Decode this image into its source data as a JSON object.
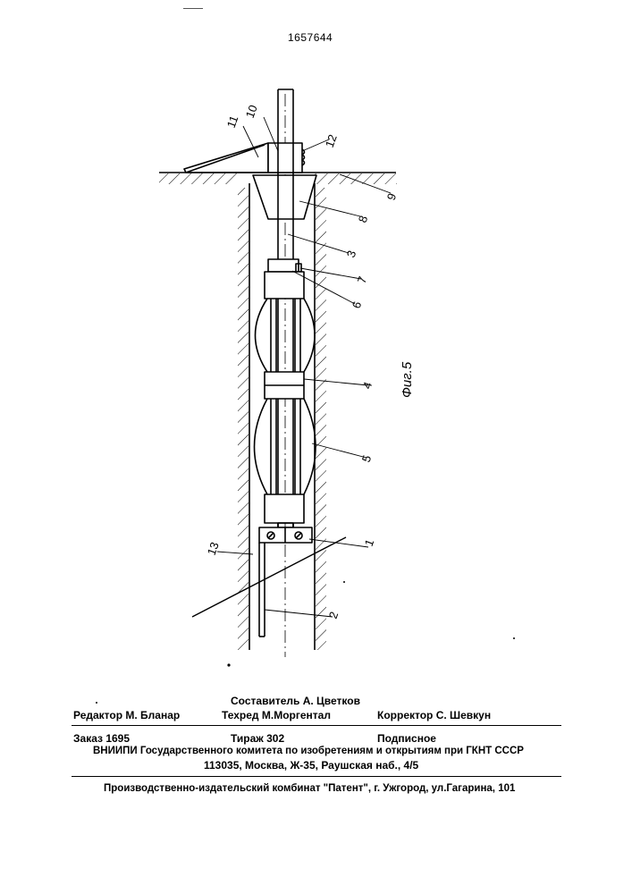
{
  "patent_number": "1657644",
  "figure": {
    "label": "Фиг.5",
    "callouts": [
      "1",
      "2",
      "3",
      "4",
      "5",
      "6",
      "7",
      "8",
      "9",
      "10",
      "11",
      "12",
      "13"
    ]
  },
  "footer": {
    "composer": "Составитель  А. Цветков",
    "editor": "Редактор  М. Бланар",
    "techred": "Техред М.Моргентал",
    "corrector": "Корректор  С. Шевкун",
    "order": "Заказ  1695",
    "circulation": "Тираж 302",
    "subscription": "Подписное",
    "institute": "ВНИИПИ Государственного комитета по изобретениям и открытиям при ГКНТ СССР",
    "address": "113035, Москва, Ж-35, Раушская наб., 4/5",
    "publisher": "Производственно-издательский комбинат \"Патент\", г. Ужгород, ул.Гагарина, 101"
  }
}
